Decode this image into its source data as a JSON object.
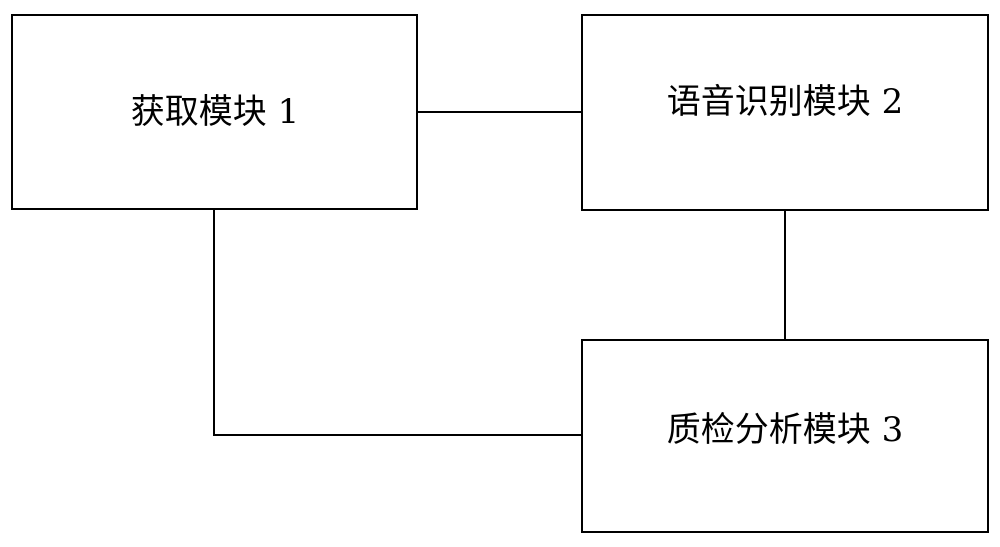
{
  "nodes": {
    "acquisition": {
      "label": "获取模块 1"
    },
    "speech_recognition": {
      "label": "语音识别模块 2"
    },
    "quality_analysis": {
      "label": "质检分析模块 3"
    }
  }
}
